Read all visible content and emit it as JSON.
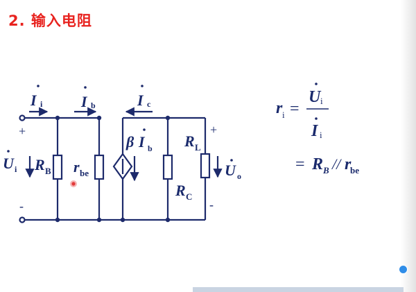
{
  "title": "2. 输入电阻",
  "colors": {
    "wire": "#1d2a6b",
    "title": "#e8231f",
    "text": "#1a2a6c",
    "marker": "#e23b3b"
  },
  "circuit": {
    "current_in": {
      "symbol": "I",
      "sub": "i"
    },
    "current_base": {
      "symbol": "I",
      "sub": "b"
    },
    "current_collector": {
      "symbol": "I",
      "sub": "c"
    },
    "input_voltage": {
      "symbol": "U",
      "sub": "i"
    },
    "output_voltage": {
      "symbol": "U",
      "sub": "o"
    },
    "resistor_base": {
      "symbol": "R",
      "sub": "B"
    },
    "resistor_be": {
      "symbol": "r",
      "sub": "be"
    },
    "source_gain": "β",
    "source_current": {
      "symbol": "I",
      "sub": "b"
    },
    "resistor_load": {
      "symbol": "R",
      "sub": "L"
    },
    "resistor_collector": {
      "symbol": "R",
      "sub": "C"
    },
    "plus_sign": "+",
    "minus_sign": "-"
  },
  "formula": {
    "lhs": {
      "symbol": "r",
      "sub": "i"
    },
    "equals": "=",
    "numerator": {
      "symbol": "U",
      "sub": "i"
    },
    "denominator": {
      "symbol": "I",
      "sub": "i"
    },
    "rhs": {
      "a": "R",
      "a_sub": "B",
      "sep": "//",
      "b": "r",
      "b_sub": "be"
    }
  }
}
